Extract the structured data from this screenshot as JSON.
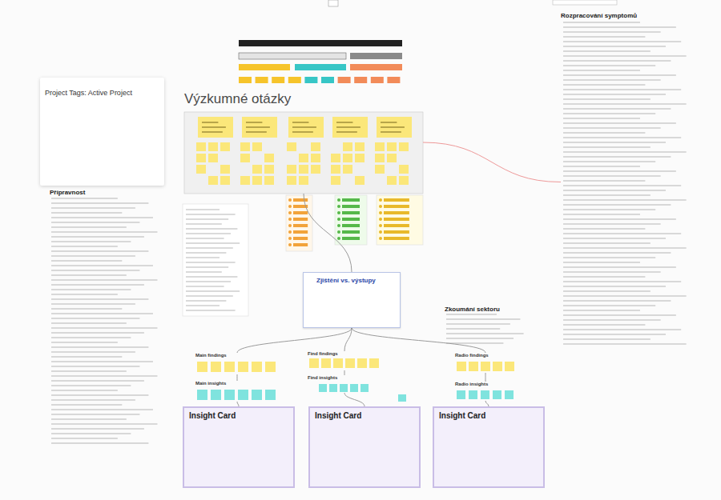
{
  "diagram": {
    "title": "Výzkumné otázky",
    "nodes": [
      {
        "text": [
          "Výzkumné otázky"
        ]
      },
      {
        "text": [
          "Přípravnost"
        ]
      },
      {
        "text": [
          "Rozpracování symptomů"
        ]
      },
      {
        "text": [
          "Zkoumání sektoru"
        ]
      },
      {
        "text": [
          "Zjištění vs. výstupy"
        ]
      },
      {
        "text": [
          "Project Tags: Active Project"
        ]
      },
      {
        "text": [
          "Main findings"
        ]
      },
      {
        "text": [
          "Main insights"
        ]
      },
      {
        "text": [
          "Find findings"
        ]
      },
      {
        "text": [
          "Find insights"
        ]
      },
      {
        "text": [
          "Radio findings"
        ]
      },
      {
        "text": [
          "Radio insights"
        ]
      },
      {
        "text": [
          "Insight Card"
        ]
      },
      {
        "text": [
          "Insight Card"
        ]
      },
      {
        "text": [
          "Insight Card"
        ]
      }
    ],
    "edges": [
      {
        "from": 0,
        "to": 4,
        "arrow": "none"
      },
      {
        "from": 4,
        "to": 6,
        "arrow": "none"
      },
      {
        "from": 4,
        "to": 8,
        "arrow": "none"
      },
      {
        "from": 4,
        "to": 10,
        "arrow": "none"
      },
      {
        "from": 6,
        "to": 7,
        "arrow": "none"
      },
      {
        "from": 8,
        "to": 9,
        "arrow": "none"
      },
      {
        "from": 10,
        "to": 11,
        "arrow": "none"
      },
      {
        "from": 7,
        "to": 12,
        "arrow": "none"
      },
      {
        "from": 9,
        "to": 13,
        "arrow": "none"
      },
      {
        "from": 11,
        "to": 14,
        "arrow": "none"
      },
      {
        "from": 2,
        "to": 0,
        "arrow": "none"
      }
    ]
  }
}
